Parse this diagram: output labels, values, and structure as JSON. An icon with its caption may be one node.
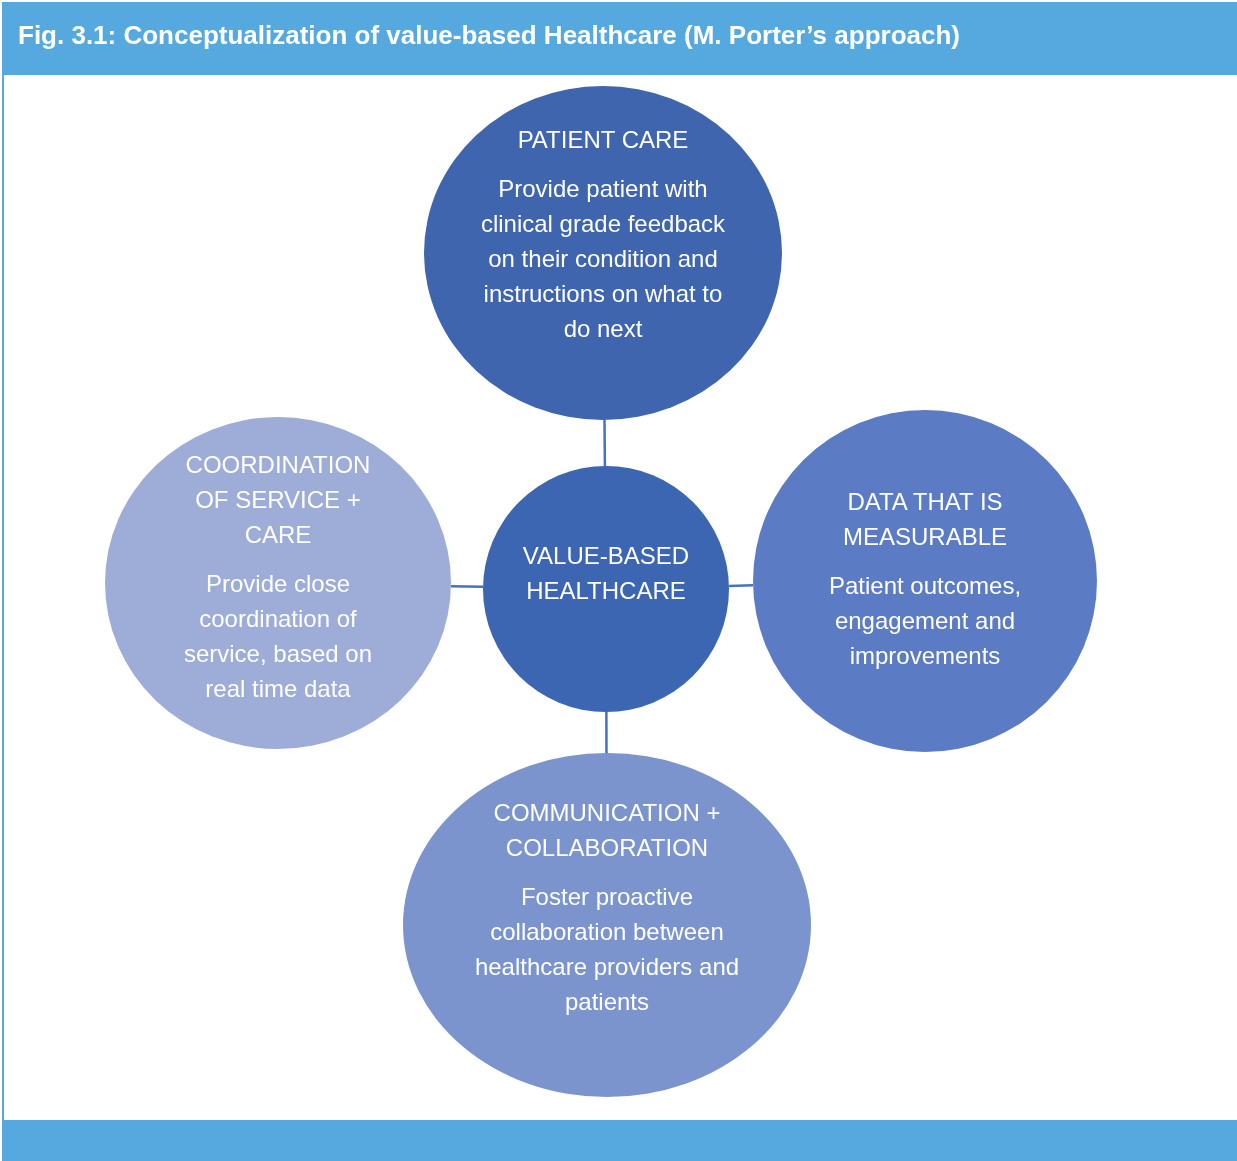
{
  "diagram": {
    "title": "Fig. 3.1: Conceptualization of value-based Healthcare (M. Porter’s approach)",
    "nodes": [
      {
        "text": [
          "PATIENT CARE",
          "Provide patient with clinical grade feedback on their condition and instructions on what to do next"
        ]
      },
      {
        "text": [
          "COORDINATION OF SERVICE + CARE",
          "Provide close coordination of service, based on real time data"
        ]
      },
      {
        "text": [
          "VALUE-BASED HEALTHCARE"
        ]
      },
      {
        "text": [
          "DATA THAT IS MEASURABLE",
          "Patient outcomes, engagement and improvements"
        ]
      },
      {
        "text": [
          "COMMUNICATION + COLLABORATION",
          "Foster proactive collaboration between healthcare providers and patients"
        ]
      }
    ],
    "edges": [
      {
        "from": 2,
        "to": 0,
        "arrow": "none"
      },
      {
        "from": 2,
        "to": 1,
        "arrow": "none"
      },
      {
        "from": 2,
        "to": 3,
        "arrow": "none"
      },
      {
        "from": 2,
        "to": 4,
        "arrow": "none"
      }
    ]
  }
}
